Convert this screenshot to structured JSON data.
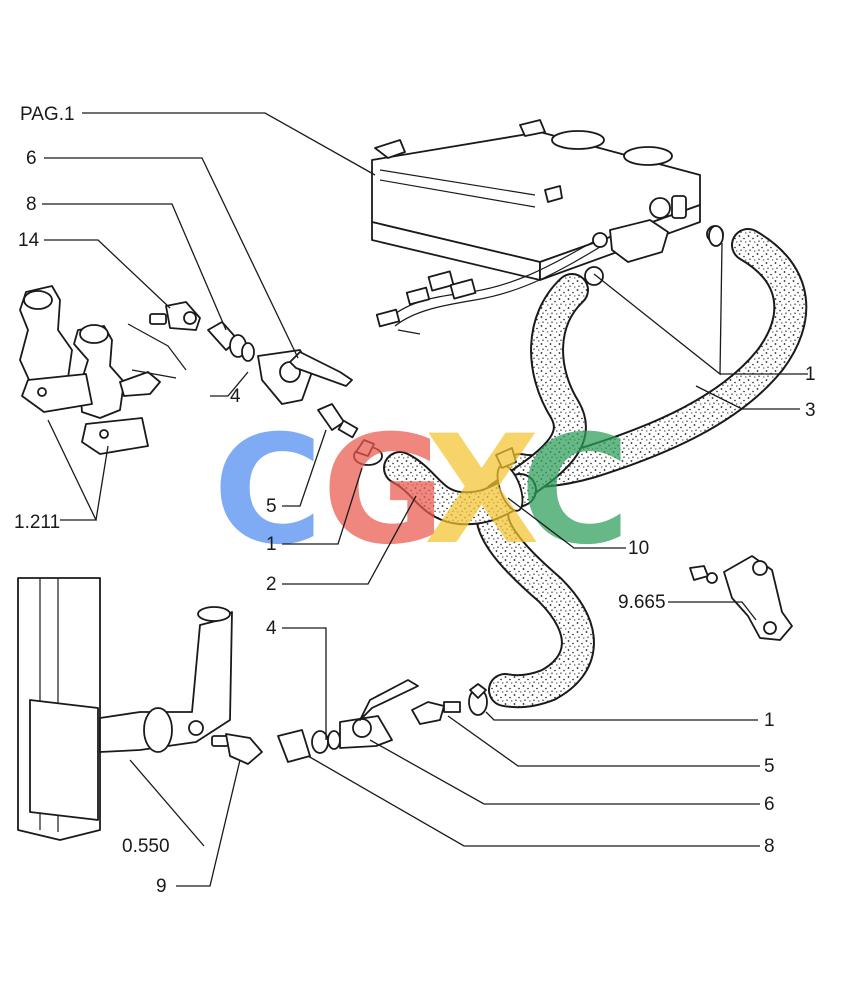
{
  "callouts": {
    "pag1": "PAG.1",
    "c6_top": "6",
    "c8_top": "8",
    "c14": "14",
    "c4_top": "4",
    "c1_top_right": "1",
    "c3": "3",
    "c5_top": "5",
    "c1_mid": "1",
    "c10": "10",
    "c2": "2",
    "c1211": "1.211",
    "c9665": "9.665",
    "c4_bottom": "4",
    "c1_bottom": "1",
    "c5_bottom": "5",
    "c6_bottom": "6",
    "c8_bottom": "8",
    "c0550": "0.550",
    "c9": "9"
  },
  "watermark": {
    "letters": [
      "C",
      "G",
      "X",
      "C"
    ],
    "colors": [
      "#4f8cf0",
      "#ea5a4e",
      "#f4c430",
      "#2e9e5a"
    ]
  }
}
